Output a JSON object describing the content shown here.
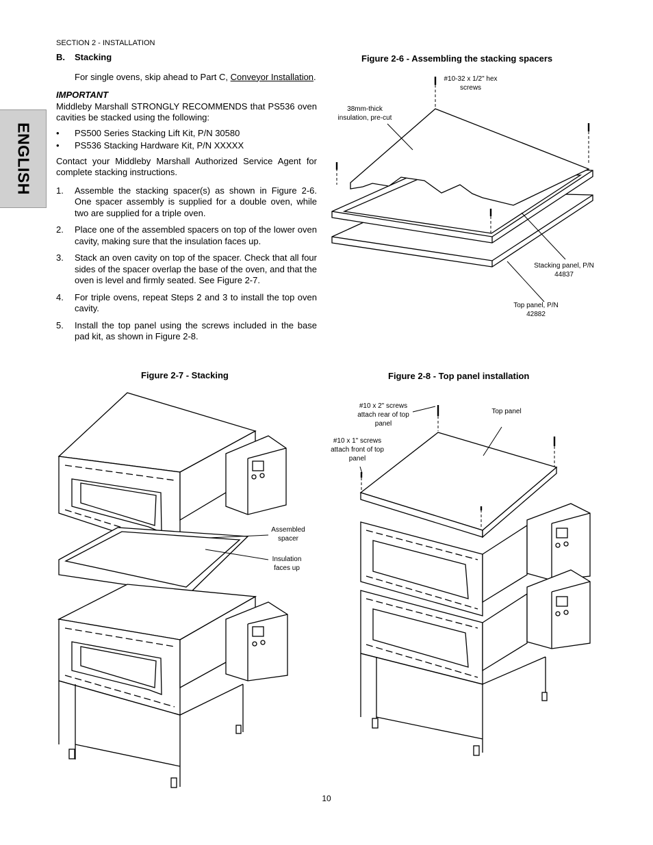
{
  "header": {
    "section": "SECTION 2 - INSTALLATION"
  },
  "side_tab": {
    "label": "ENGLISH"
  },
  "stacking": {
    "letter": "B.",
    "title": "Stacking",
    "intro_before": "For single ovens, skip ahead to Part C,",
    "intro_link": "Conveyor Installation",
    "intro_after": ".",
    "important_label": "IMPORTANT",
    "important_text": "Middleby Marshall STRONGLY RECOMMENDS that PS536 oven cavities be stacked using the following:",
    "bullets": [
      {
        "mark": "•",
        "text": "PS500 Series Stacking Lift Kit, P/N 30580"
      },
      {
        "mark": "•",
        "text": "PS536 Stacking Hardware Kit, P/N XXXXX"
      }
    ],
    "contact": "Contact your Middleby Marshall Authorized Service Agent for complete stacking instructions.",
    "steps": [
      {
        "n": "1.",
        "text": "Assemble the stacking spacer(s) as shown in Figure 2-6. One spacer assembly is supplied for a double oven, while two are supplied for a triple oven."
      },
      {
        "n": "2.",
        "text": "Place one of the assembled spacers on top of the lower oven cavity, making sure that the insulation faces up."
      },
      {
        "n": "3.",
        "text": "Stack an oven cavity on top of the spacer. Check that all four sides of the spacer overlap the base of the oven, and that the oven is level and firmly seated. See Figure 2-7."
      },
      {
        "n": "4.",
        "text": "For triple ovens, repeat Steps 2 and 3 to install the top oven cavity."
      },
      {
        "n": "5.",
        "text": "Install the top panel using the screws included in the base pad kit, as shown in Figure 2-8."
      }
    ]
  },
  "fig26": {
    "caption": "Figure 2-6 - Assembling the stacking spacers",
    "hex_screws": "#10-32 x 1/2\" hex screws",
    "insulation": "38mm-thick insulation, pre-cut",
    "stacking_panel": "Stacking panel, P/N 44837",
    "top_panel": "Top panel, P/N 42882"
  },
  "fig27": {
    "caption": "Figure 2-7 - Stacking",
    "assembled_spacer": "Assembled spacer",
    "insulation_up": "Insulation faces up"
  },
  "fig28": {
    "caption": "Figure 2-8 - Top panel installation",
    "rear_screws": "#10 x 2\" screws attach rear of top panel",
    "front_screws": "#10 x 1\" screws attach front of top panel",
    "top_panel": "Top panel"
  },
  "footer": {
    "page_number": "10"
  }
}
